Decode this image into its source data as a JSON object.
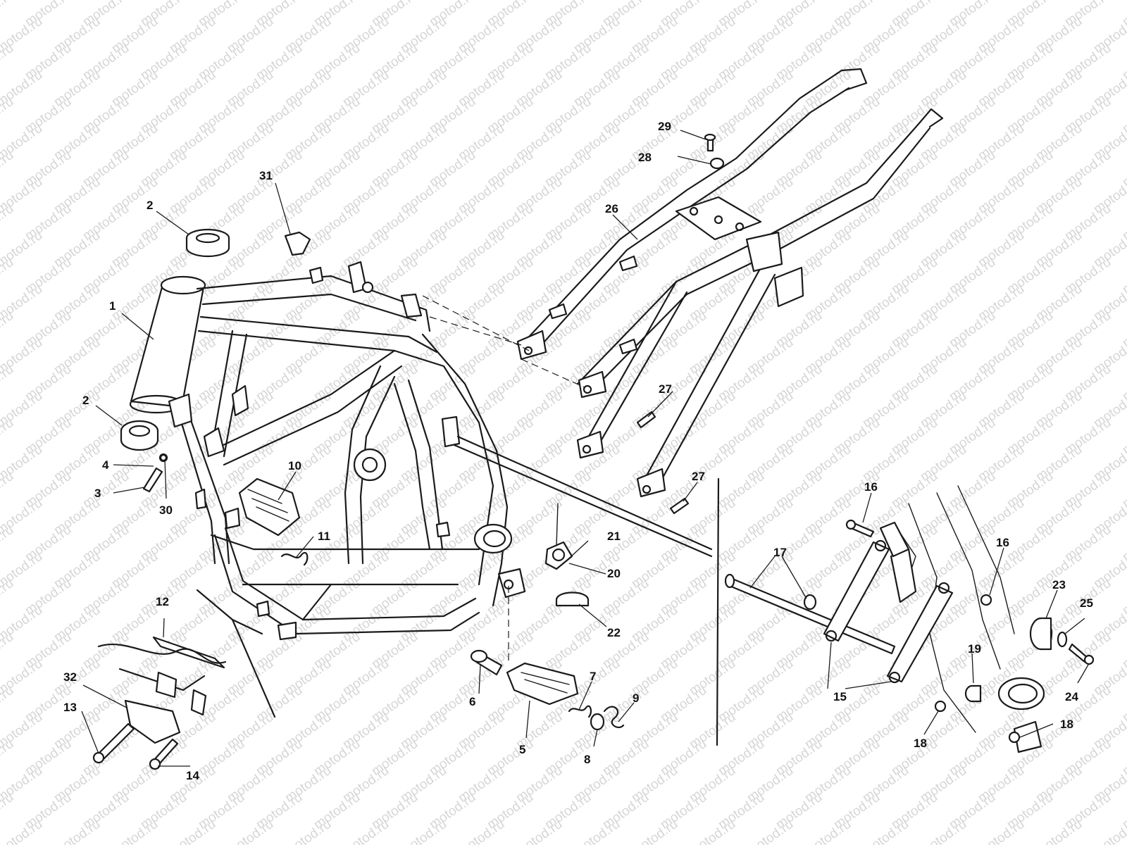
{
  "watermark": "motod.ru",
  "callouts": [
    {
      "id": "c1",
      "label": "1"
    },
    {
      "id": "c2a",
      "label": "2"
    },
    {
      "id": "c2b",
      "label": "2"
    },
    {
      "id": "c3",
      "label": "3"
    },
    {
      "id": "c4",
      "label": "4"
    },
    {
      "id": "c5",
      "label": "5"
    },
    {
      "id": "c6",
      "label": "6"
    },
    {
      "id": "c7",
      "label": "7"
    },
    {
      "id": "c8",
      "label": "8"
    },
    {
      "id": "c9",
      "label": "9"
    },
    {
      "id": "c10",
      "label": "10"
    },
    {
      "id": "c11",
      "label": "11"
    },
    {
      "id": "c12",
      "label": "12"
    },
    {
      "id": "c13",
      "label": "13"
    },
    {
      "id": "c14",
      "label": "14"
    },
    {
      "id": "c15",
      "label": "15"
    },
    {
      "id": "c16a",
      "label": "16"
    },
    {
      "id": "c16b",
      "label": "16"
    },
    {
      "id": "c17",
      "label": "17"
    },
    {
      "id": "c18a",
      "label": "18"
    },
    {
      "id": "c18b",
      "label": "18"
    },
    {
      "id": "c19",
      "label": "19"
    },
    {
      "id": "c20",
      "label": "20"
    },
    {
      "id": "c21",
      "label": "21"
    },
    {
      "id": "c22",
      "label": "22"
    },
    {
      "id": "c23",
      "label": "23"
    },
    {
      "id": "c24",
      "label": "24"
    },
    {
      "id": "c25",
      "label": "25"
    },
    {
      "id": "c26",
      "label": "26"
    },
    {
      "id": "c27a",
      "label": "27"
    },
    {
      "id": "c27b",
      "label": "27"
    },
    {
      "id": "c28",
      "label": "28"
    },
    {
      "id": "c29",
      "label": "29"
    },
    {
      "id": "c30",
      "label": "30"
    },
    {
      "id": "c31",
      "label": "31"
    },
    {
      "id": "c32",
      "label": "32"
    }
  ]
}
